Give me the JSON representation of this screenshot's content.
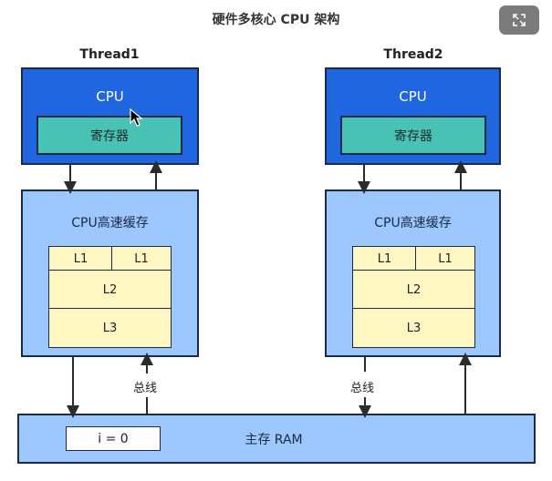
{
  "title": "硬件多核心 CPU 架构",
  "thread1": {
    "label": "Thread1",
    "cpu_label": "CPU",
    "register_label": "寄存器",
    "cache_title": "CPU高速缓存",
    "l1a": "L1",
    "l1b": "L1",
    "l2": "L2",
    "l3": "L3",
    "bus_label": "总线"
  },
  "thread2": {
    "label": "Thread2",
    "cpu_label": "CPU",
    "register_label": "寄存器",
    "cache_title": "CPU高速缓存",
    "l1a": "L1",
    "l1b": "L1",
    "l2": "L2",
    "l3": "L3",
    "bus_label": "总线"
  },
  "ram": {
    "label": "主存 RAM",
    "variable": "i = 0"
  },
  "colors": {
    "cpu": "#1f66e0",
    "register": "#48c2b5",
    "cache": "#9cc7ff",
    "cache_level": "#fff7c2",
    "border": "#1b2a45"
  },
  "icons": {
    "expand": "expand-icon",
    "cursor": "mouse-cursor-icon"
  }
}
